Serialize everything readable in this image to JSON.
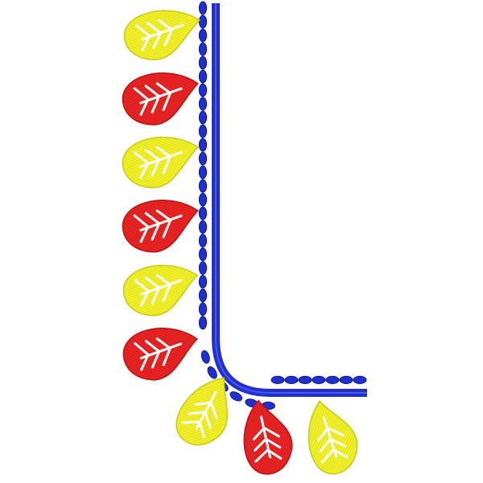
{
  "design": {
    "colors": {
      "background": "#ffffff",
      "border_blue": "#1f2fd0",
      "border_blue_dark": "#101a8a",
      "leaf_yellow": "#f3f22a",
      "leaf_yellow_shade": "#c9c81a",
      "leaf_red": "#ec2525",
      "leaf_red_shade": "#b81414",
      "vein": "#ffffff"
    },
    "leaf_sequence": [
      "yellow",
      "red",
      "yellow",
      "red",
      "yellow",
      "red",
      "yellow",
      "red",
      "yellow"
    ]
  }
}
